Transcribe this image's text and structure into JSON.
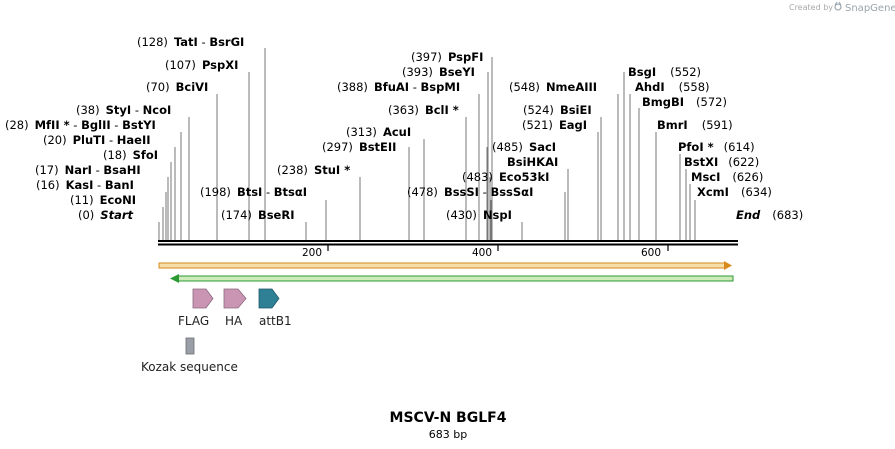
{
  "app": {
    "credit_text": "Created by",
    "brand": "SnapGene"
  },
  "map": {
    "name": "MSCV-N BGLF4",
    "length_text": "683 bp",
    "ruler_ticks": [
      "200",
      "400",
      "600"
    ],
    "start_label": {
      "pos": "(0)",
      "text": "Start"
    },
    "end_label": {
      "pos": "(683)",
      "text": "End"
    }
  },
  "enzymes": [
    {
      "pos": "(128)",
      "names": [
        "TatI",
        "BsrGI"
      ],
      "star": false,
      "bp": 128
    },
    {
      "pos": "(107)",
      "names": [
        "PspXI"
      ],
      "star": false,
      "bp": 107
    },
    {
      "pos": "(70)",
      "names": [
        "BciVI"
      ],
      "star": false,
      "bp": 70
    },
    {
      "pos": "(38)",
      "names": [
        "StyI",
        "NcoI"
      ],
      "star": false,
      "bp": 38
    },
    {
      "pos": "(28)",
      "names": [
        "MfII",
        "BglII",
        "BstYI"
      ],
      "star": true,
      "bp": 28
    },
    {
      "pos": "(20)",
      "names": [
        "PluTI",
        "HaeII"
      ],
      "star": false,
      "bp": 20
    },
    {
      "pos": "(18)",
      "names": [
        "SfoI"
      ],
      "star": false,
      "bp": 18
    },
    {
      "pos": "(17)",
      "names": [
        "NarI",
        "BsaHI"
      ],
      "star": false,
      "bp": 17
    },
    {
      "pos": "(16)",
      "names": [
        "KasI",
        "BanI"
      ],
      "star": false,
      "bp": 16
    },
    {
      "pos": "(11)",
      "names": [
        "EcoNI"
      ],
      "star": false,
      "bp": 11
    },
    {
      "pos": "(198)",
      "names": [
        "BtsI",
        "BtsαI"
      ],
      "star": false,
      "bp": 198
    },
    {
      "pos": "(174)",
      "names": [
        "BseRI"
      ],
      "star": false,
      "bp": 174
    },
    {
      "pos": "(238)",
      "names": [
        "StuI"
      ],
      "star": true,
      "bp": 238
    },
    {
      "pos": "(397)",
      "names": [
        "PspFI"
      ],
      "star": false,
      "bp": 397
    },
    {
      "pos": "(393)",
      "names": [
        "BseYI"
      ],
      "star": false,
      "bp": 393
    },
    {
      "pos": "(388)",
      "names": [
        "BfuAI",
        "BspMI"
      ],
      "star": false,
      "bp": 388
    },
    {
      "pos": "(363)",
      "names": [
        "BclI"
      ],
      "star": true,
      "bp": 363
    },
    {
      "pos": "(313)",
      "names": [
        "AcuI"
      ],
      "star": false,
      "bp": 313
    },
    {
      "pos": "(297)",
      "names": [
        "BstEII"
      ],
      "star": false,
      "bp": 297
    },
    {
      "pos": "(485)",
      "names": [
        "SacI"
      ],
      "star": false,
      "bp": 485
    },
    {
      "pos": "",
      "names": [
        "BsiHKAI"
      ],
      "star": false,
      "bp": 485
    },
    {
      "pos": "(483)",
      "names": [
        "Eco53kI"
      ],
      "star": false,
      "bp": 483
    },
    {
      "pos": "(478)",
      "names": [
        "BssSI",
        "BssSαI"
      ],
      "star": false,
      "bp": 478
    },
    {
      "pos": "(430)",
      "names": [
        "NspI"
      ],
      "star": false,
      "bp": 430
    },
    {
      "pos": "(548)",
      "names": [
        "NmeAIII"
      ],
      "star": false,
      "bp": 548
    },
    {
      "pos": "(524)",
      "names": [
        "BsiEI"
      ],
      "star": false,
      "bp": 524
    },
    {
      "pos": "(521)",
      "names": [
        "EagI"
      ],
      "star": false,
      "bp": 521
    },
    {
      "pos": "(552)",
      "names": [
        "BsgI"
      ],
      "star": false,
      "bp": 552
    },
    {
      "pos": "(558)",
      "names": [
        "AhdI"
      ],
      "star": false,
      "bp": 558
    },
    {
      "pos": "(572)",
      "names": [
        "BmgBI"
      ],
      "star": false,
      "bp": 572
    },
    {
      "pos": "(591)",
      "names": [
        "BmrI"
      ],
      "star": false,
      "bp": 591
    },
    {
      "pos": "(614)",
      "names": [
        "PfoI"
      ],
      "star": true,
      "bp": 614
    },
    {
      "pos": "(622)",
      "names": [
        "BstXI"
      ],
      "star": false,
      "bp": 622
    },
    {
      "pos": "(626)",
      "names": [
        "MscI"
      ],
      "star": false,
      "bp": 626
    },
    {
      "pos": "(634)",
      "names": [
        "XcmI"
      ],
      "star": false,
      "bp": 634
    }
  ],
  "features": [
    {
      "name": "FLAG",
      "color": "#c995b3"
    },
    {
      "name": "HA",
      "color": "#c995b3"
    },
    {
      "name": "attB1",
      "color": "#2f7f95"
    },
    {
      "name": "Kozak sequence",
      "color": "#9a9ea6"
    }
  ],
  "colors": {
    "forward_arrow": "#d98a1c",
    "forward_fill": "#f4dfa9",
    "reverse_arrow": "#2c9a34",
    "reverse_fill": "#ccebb9"
  }
}
